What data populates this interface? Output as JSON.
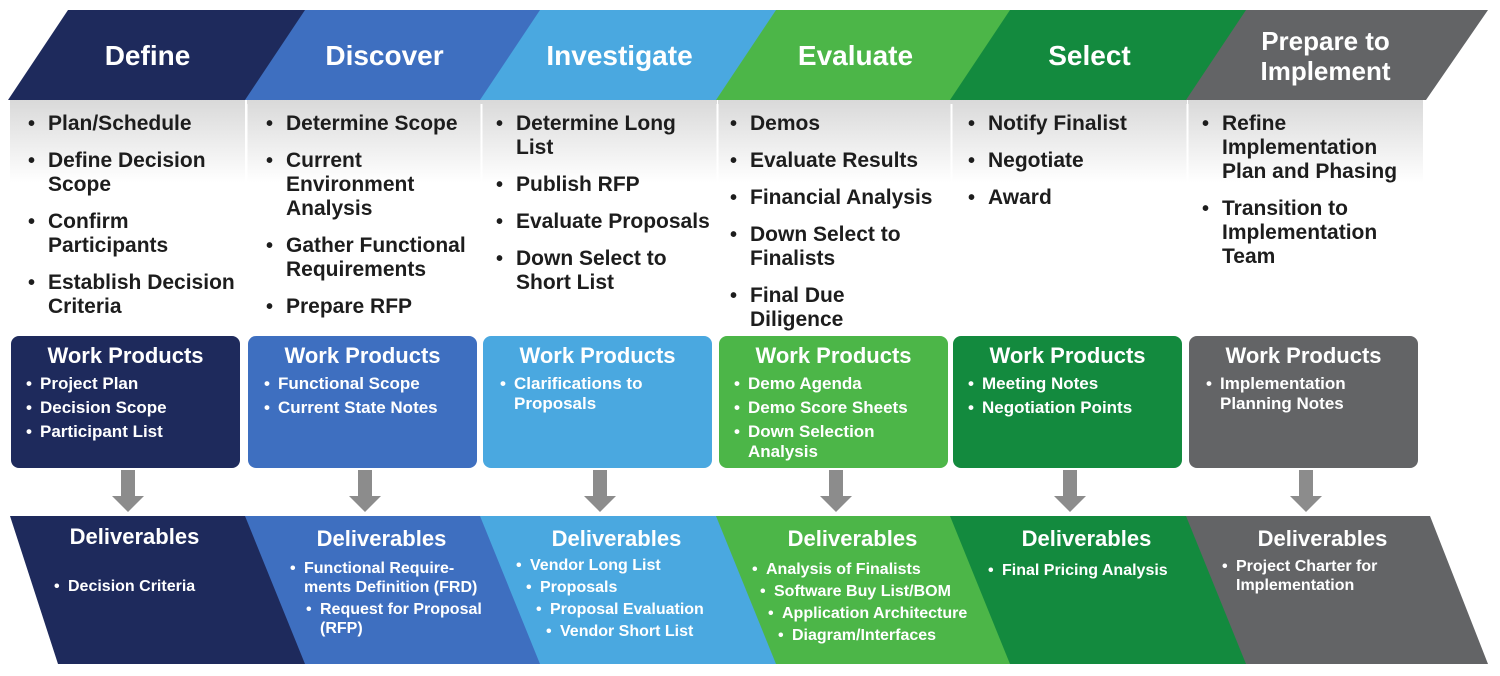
{
  "phases": [
    {
      "title": "Define",
      "color": "#1e2a5c",
      "steps": [
        "Plan/Schedule",
        "Define Decision Scope",
        "Confirm Participants",
        "Establish Decision Criteria"
      ],
      "work_products_title": "Work Products",
      "work_products": [
        "Project Plan",
        "Decision Scope",
        "Participant List"
      ],
      "deliverables_title": "Deliverables",
      "deliverables": [
        "Decision Criteria"
      ]
    },
    {
      "title": "Discover",
      "color": "#3e6fc0",
      "steps": [
        "Determine Scope",
        "Current Environment Analysis",
        "Gather Functional Requirements",
        "Prepare RFP"
      ],
      "work_products_title": "Work Products",
      "work_products": [
        "Functional Scope",
        "Current State Notes"
      ],
      "deliverables_title": "Deliverables",
      "deliverables": [
        "Functional Require-ments Definition (FRD)",
        "Request for Proposal (RFP)"
      ]
    },
    {
      "title": "Investigate",
      "color": "#4aa8e0",
      "steps": [
        "Determine Long List",
        "Publish RFP",
        "Evaluate Proposals",
        "Down Select to Short List"
      ],
      "work_products_title": "Work Products",
      "work_products": [
        "Clarifications to Proposals"
      ],
      "deliverables_title": "Deliverables",
      "deliverables": [
        "Vendor Long List",
        "Proposals",
        "Proposal Evaluation",
        "Vendor Short List"
      ]
    },
    {
      "title": "Evaluate",
      "color": "#4cb648",
      "steps": [
        "Demos",
        "Evaluate Results",
        "Financial Analysis",
        "Down Select to Finalists",
        "Final Due Diligence"
      ],
      "work_products_title": "Work Products",
      "work_products": [
        "Demo Agenda",
        "Demo Score Sheets",
        "Down Selection Analysis"
      ],
      "deliverables_title": "Deliverables",
      "deliverables": [
        "Analysis of Finalists",
        "Software Buy List/BOM",
        "Application Architecture",
        "Diagram/Interfaces"
      ]
    },
    {
      "title": "Select",
      "color": "#138a3e",
      "steps": [
        "Notify Finalist",
        "Negotiate",
        "Award"
      ],
      "work_products_title": "Work Products",
      "work_products": [
        "Meeting Notes",
        "Negotiation Points"
      ],
      "deliverables_title": "Deliverables",
      "deliverables": [
        "Final Pricing Analysis"
      ]
    },
    {
      "title": "Prepare to Implement",
      "color": "#636466",
      "steps": [
        "Refine Implementation Plan and Phasing",
        "Transition to Implementation Team"
      ],
      "work_products_title": "Work Products",
      "work_products": [
        "Implementation Planning Notes"
      ],
      "deliverables_title": "Deliverables",
      "deliverables": [
        "Project Charter for Implementation"
      ]
    }
  ],
  "colors": {
    "panel_top": "#d9d9d9",
    "panel_bottom": "#ffffff",
    "arrow": "#8c8c8c"
  }
}
